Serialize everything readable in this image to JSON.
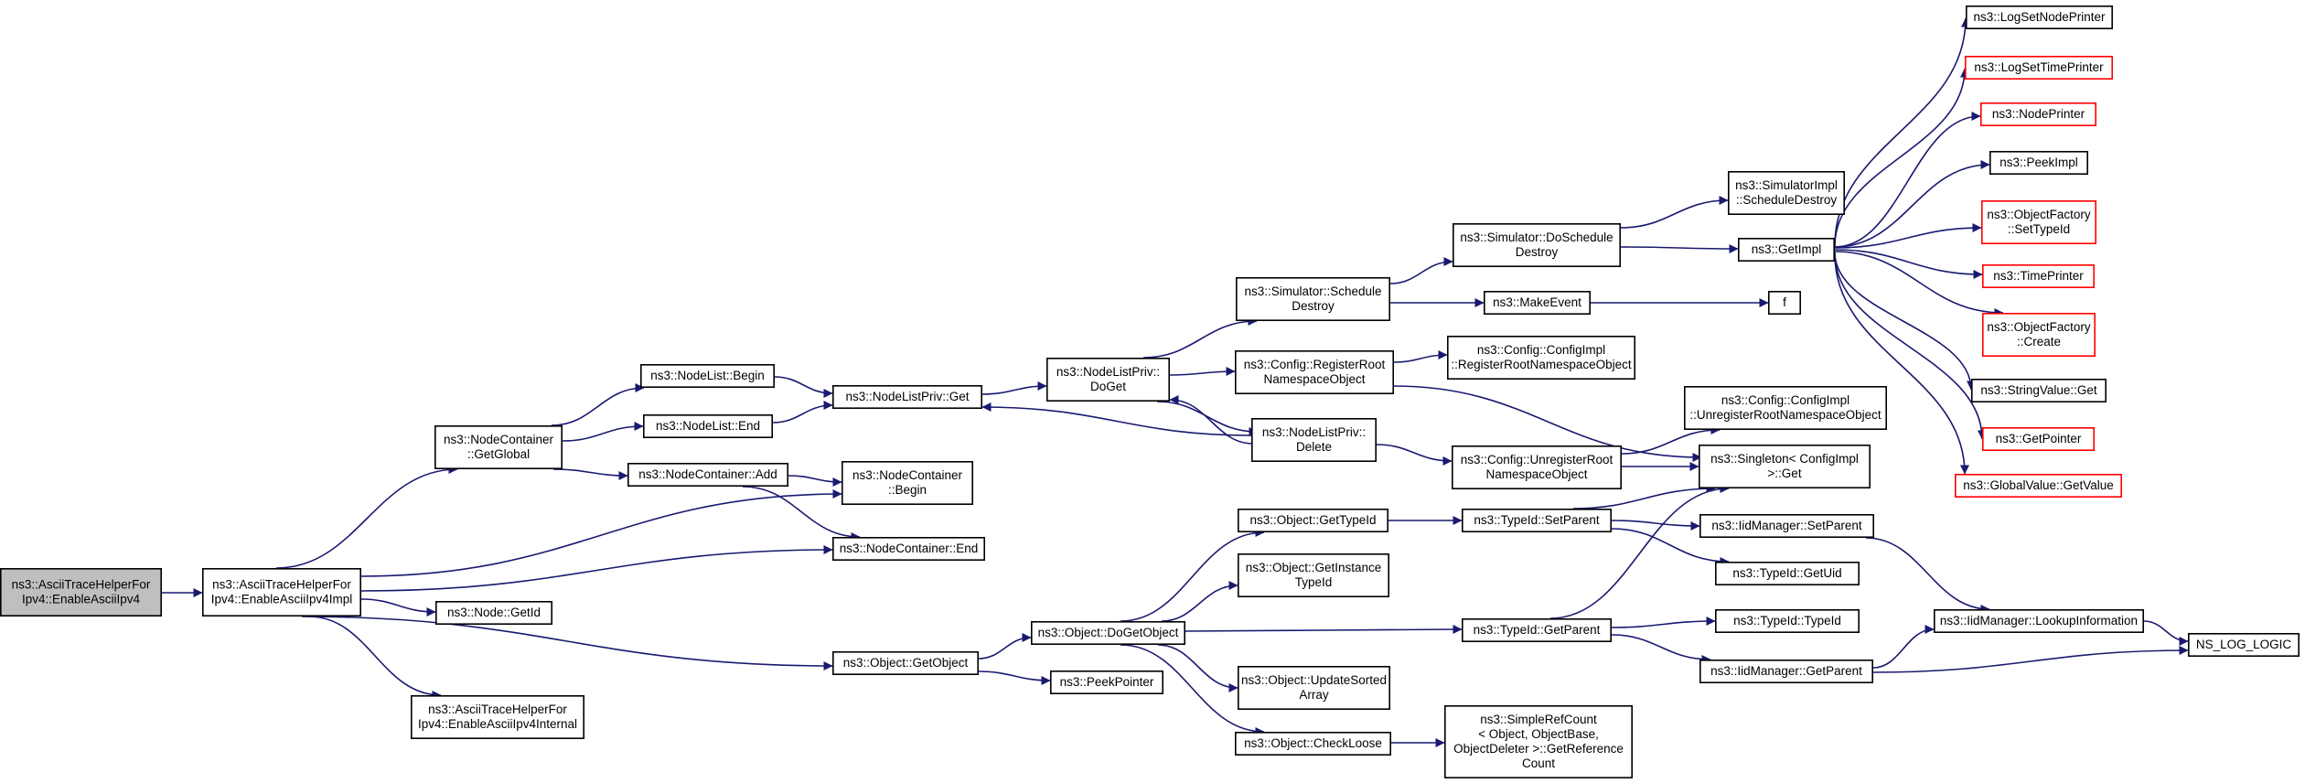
{
  "diagram": {
    "colors": {
      "edge": "#191970",
      "node_border": "#000000",
      "node_border_external": "#ff0000",
      "root_fill": "#bfbfbf",
      "node_fill": "#ffffff",
      "text": "#000000"
    },
    "nodes": [
      {
        "id": "n0",
        "lines": [
          "ns3::AsciiTraceHelperFor",
          "Ipv4::EnableAsciiIpv4"
        ],
        "root": true
      },
      {
        "id": "n1",
        "lines": [
          "ns3::AsciiTraceHelperFor",
          "Ipv4::EnableAsciiIpv4Impl"
        ]
      },
      {
        "id": "n2",
        "lines": [
          "ns3::NodeContainer",
          "::GetGlobal"
        ]
      },
      {
        "id": "n3",
        "lines": [
          "ns3::NodeContainer",
          "::Begin"
        ]
      },
      {
        "id": "n4",
        "lines": [
          "ns3::NodeContainer::End"
        ]
      },
      {
        "id": "n5",
        "lines": [
          "ns3::Node::GetId"
        ]
      },
      {
        "id": "n6",
        "lines": [
          "ns3::Object::GetObject"
        ]
      },
      {
        "id": "n7",
        "lines": [
          "ns3::AsciiTraceHelperFor",
          "Ipv4::EnableAsciiIpv4Internal"
        ]
      },
      {
        "id": "n8",
        "lines": [
          "ns3::NodeList::Begin"
        ]
      },
      {
        "id": "n9",
        "lines": [
          "ns3::NodeList::End"
        ]
      },
      {
        "id": "n10",
        "lines": [
          "ns3::NodeContainer::Add"
        ]
      },
      {
        "id": "n11",
        "lines": [
          "ns3::NodeListPriv::Get"
        ]
      },
      {
        "id": "n12",
        "lines": [
          "ns3::NodeListPriv::",
          "DoGet"
        ]
      },
      {
        "id": "n13",
        "lines": [
          "ns3::Simulator::Schedule",
          "Destroy"
        ]
      },
      {
        "id": "n14",
        "lines": [
          "ns3::Config::RegisterRoot",
          "NamespaceObject"
        ]
      },
      {
        "id": "n15",
        "lines": [
          "ns3::NodeListPriv::",
          "Delete"
        ]
      },
      {
        "id": "n16",
        "lines": [
          "ns3::Simulator::DoSchedule",
          "Destroy"
        ]
      },
      {
        "id": "n17",
        "lines": [
          "ns3::MakeEvent"
        ]
      },
      {
        "id": "n18",
        "lines": [
          "ns3::SimulatorImpl",
          "::ScheduleDestroy"
        ]
      },
      {
        "id": "n19",
        "lines": [
          "ns3::GetImpl"
        ]
      },
      {
        "id": "n20",
        "lines": [
          "f"
        ]
      },
      {
        "id": "n21",
        "lines": [
          "ns3::Config::ConfigImpl",
          "::RegisterRootNamespaceObject"
        ]
      },
      {
        "id": "n22",
        "lines": [
          "ns3::Singleton< ConfigImpl",
          " >::Get"
        ]
      },
      {
        "id": "n23",
        "lines": [
          "ns3::Config::UnregisterRoot",
          "NamespaceObject"
        ]
      },
      {
        "id": "n24",
        "lines": [
          "ns3::Config::ConfigImpl",
          "::UnregisterRootNamespaceObject"
        ]
      },
      {
        "id": "n25",
        "lines": [
          "ns3::LogSetNodePrinter"
        ]
      },
      {
        "id": "n26",
        "lines": [
          "ns3::LogSetTimePrinter"
        ],
        "external": true
      },
      {
        "id": "n27",
        "lines": [
          "ns3::NodePrinter"
        ],
        "external": true
      },
      {
        "id": "n28",
        "lines": [
          "ns3::PeekImpl"
        ]
      },
      {
        "id": "n29",
        "lines": [
          "ns3::ObjectFactory",
          "::SetTypeId"
        ],
        "external": true
      },
      {
        "id": "n30",
        "lines": [
          "ns3::TimePrinter"
        ],
        "external": true
      },
      {
        "id": "n31",
        "lines": [
          "ns3::ObjectFactory",
          "::Create"
        ],
        "external": true
      },
      {
        "id": "n32",
        "lines": [
          "ns3::StringValue::Get"
        ]
      },
      {
        "id": "n33",
        "lines": [
          "ns3::GetPointer"
        ],
        "external": true
      },
      {
        "id": "n34",
        "lines": [
          "ns3::GlobalValue::GetValue"
        ],
        "external": true
      },
      {
        "id": "n35",
        "lines": [
          "ns3::Object::DoGetObject"
        ]
      },
      {
        "id": "n36",
        "lines": [
          "ns3::PeekPointer"
        ]
      },
      {
        "id": "n37",
        "lines": [
          "ns3::Object::GetTypeId"
        ]
      },
      {
        "id": "n38",
        "lines": [
          "ns3::Object::GetInstance",
          "TypeId"
        ]
      },
      {
        "id": "n39",
        "lines": [
          "ns3::Object::UpdateSorted",
          "Array"
        ]
      },
      {
        "id": "n40",
        "lines": [
          "ns3::Object::CheckLoose"
        ]
      },
      {
        "id": "n41",
        "lines": [
          "ns3::TypeId::SetParent"
        ]
      },
      {
        "id": "n42",
        "lines": [
          "ns3::TypeId::GetParent"
        ]
      },
      {
        "id": "n43",
        "lines": [
          "ns3::SimpleRefCount",
          "< Object, ObjectBase,",
          " ObjectDeleter >::GetReference",
          "Count"
        ]
      },
      {
        "id": "n44",
        "lines": [
          "ns3::IidManager::SetParent"
        ]
      },
      {
        "id": "n45",
        "lines": [
          "ns3::TypeId::GetUid"
        ]
      },
      {
        "id": "n46",
        "lines": [
          "ns3::TypeId::TypeId"
        ]
      },
      {
        "id": "n47",
        "lines": [
          "ns3::IidManager::GetParent"
        ]
      },
      {
        "id": "n48",
        "lines": [
          "ns3::IidManager::LookupInformation"
        ]
      },
      {
        "id": "n49",
        "lines": [
          "NS_LOG_LOGIC"
        ]
      }
    ],
    "edges": [
      [
        "n0",
        "n1"
      ],
      [
        "n1",
        "n2"
      ],
      [
        "n1",
        "n3"
      ],
      [
        "n1",
        "n4"
      ],
      [
        "n1",
        "n5"
      ],
      [
        "n1",
        "n6"
      ],
      [
        "n1",
        "n7"
      ],
      [
        "n2",
        "n8"
      ],
      [
        "n2",
        "n9"
      ],
      [
        "n2",
        "n10"
      ],
      [
        "n10",
        "n3"
      ],
      [
        "n10",
        "n4"
      ],
      [
        "n8",
        "n11"
      ],
      [
        "n9",
        "n11"
      ],
      [
        "n11",
        "n12"
      ],
      [
        "n12",
        "n13"
      ],
      [
        "n12",
        "n14"
      ],
      [
        "n12",
        "n15"
      ],
      [
        "n15",
        "n12"
      ],
      [
        "n15",
        "n11"
      ],
      [
        "n13",
        "n16"
      ],
      [
        "n13",
        "n17"
      ],
      [
        "n16",
        "n18"
      ],
      [
        "n16",
        "n19"
      ],
      [
        "n17",
        "n20"
      ],
      [
        "n14",
        "n21"
      ],
      [
        "n14",
        "n22"
      ],
      [
        "n15",
        "n23"
      ],
      [
        "n23",
        "n24"
      ],
      [
        "n23",
        "n22"
      ],
      [
        "n19",
        "n25"
      ],
      [
        "n19",
        "n26"
      ],
      [
        "n19",
        "n27"
      ],
      [
        "n19",
        "n28"
      ],
      [
        "n19",
        "n29"
      ],
      [
        "n19",
        "n30"
      ],
      [
        "n19",
        "n31"
      ],
      [
        "n19",
        "n32"
      ],
      [
        "n19",
        "n33"
      ],
      [
        "n19",
        "n34"
      ],
      [
        "n6",
        "n35"
      ],
      [
        "n6",
        "n36"
      ],
      [
        "n35",
        "n37"
      ],
      [
        "n35",
        "n38"
      ],
      [
        "n35",
        "n39"
      ],
      [
        "n35",
        "n40"
      ],
      [
        "n35",
        "n42"
      ],
      [
        "n37",
        "n41"
      ],
      [
        "n41",
        "n22"
      ],
      [
        "n41",
        "n44"
      ],
      [
        "n41",
        "n45"
      ],
      [
        "n42",
        "n22"
      ],
      [
        "n42",
        "n46"
      ],
      [
        "n42",
        "n47"
      ],
      [
        "n40",
        "n43"
      ],
      [
        "n44",
        "n48"
      ],
      [
        "n47",
        "n48"
      ],
      [
        "n47",
        "n49"
      ],
      [
        "n48",
        "n49"
      ]
    ]
  }
}
